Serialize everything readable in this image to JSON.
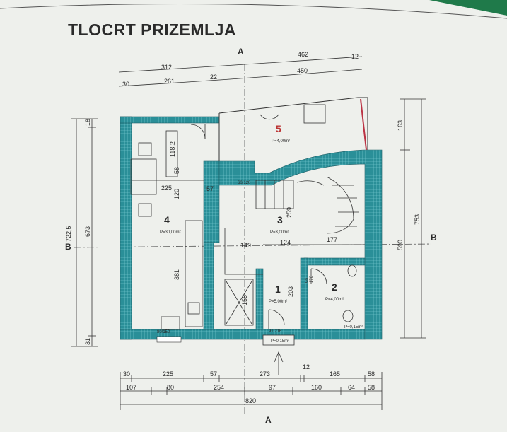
{
  "title": "TLOCRT PRIZEMLJA",
  "section_marks": {
    "a_top": "A",
    "a_bottom": "A",
    "b_left": "B",
    "b_right": "B"
  },
  "dimensions": {
    "top_row1": [
      "312",
      "462",
      "12"
    ],
    "top_row2": [
      "30",
      "261",
      "22",
      "450"
    ],
    "left_outer": "722,5",
    "left_inner": [
      "18",
      "673",
      "31"
    ],
    "right_outer": "753",
    "right_inner": [
      "163",
      "590"
    ],
    "bottom_row1": [
      "30",
      "225",
      "57",
      "273",
      "12",
      "165",
      "58"
    ],
    "bottom_row2": [
      "107",
      "80",
      "254",
      "97",
      "160",
      "64",
      "58"
    ],
    "bottom_total": "820",
    "interior": {
      "d118": "118,2",
      "d58": "58",
      "d225": "225",
      "d57": "57",
      "d120": "120",
      "d381": "381",
      "d149": "149",
      "d124": "124",
      "d177": "177",
      "d259": "259",
      "d155": "155",
      "d203": "203",
      "d90": "90",
      "d170": "170"
    }
  },
  "rooms": [
    {
      "num": "1",
      "area": "P=5,00m²"
    },
    {
      "num": "2",
      "area": "P=4,00m²"
    },
    {
      "num": "3",
      "area": "P=3,00m²"
    },
    {
      "num": "4",
      "area": "P=30,00m²"
    },
    {
      "num": "5",
      "area": "P=4,00m²"
    }
  ],
  "openings": {
    "door_main": "91/216",
    "tag_entry": "P=0,15m²",
    "window_kitchen": "80/150",
    "window_stair": "60/120",
    "tag_bath": "P=0,15m²"
  },
  "colors": {
    "wall": "#2a8f98",
    "wall_grid": "#7fd0d6",
    "line": "#333333",
    "paper": "#eef0ec"
  }
}
